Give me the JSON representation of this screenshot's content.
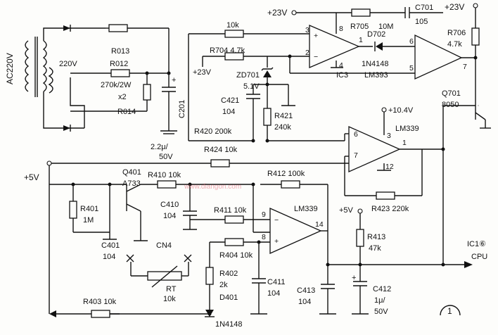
{
  "labels": {
    "ac220v": "AC220V",
    "v220": "220V",
    "r013": "R013",
    "r012": "R012",
    "r012_val": "270k/2W",
    "x2": "x2",
    "r014": "R014",
    "c201": "C201",
    "c201_val": "2.2μ/",
    "c201_v": "50V",
    "plus": "+",
    "minus": "−",
    "r10k_top": "10k",
    "plus23v": "+23V",
    "r704": "R704  4.7k",
    "pin1": "1",
    "pin2": "2",
    "pin3": "3",
    "pin4": "4",
    "pin5": "5",
    "pin6": "6",
    "pin7": "7",
    "pin8": "8",
    "pin9": "9",
    "pin12": "12",
    "pin14": "14",
    "ic3": "IC3",
    "c701": "C701",
    "c701_val": "105",
    "r705": "R705",
    "r705_val": "10M",
    "d702": "D702",
    "d702_part": "1N4148",
    "lm393": "LM393",
    "r706": "R706",
    "r706_val": "4.7k",
    "q701": "Q701",
    "q701_part": "8050",
    "zd701": "ZD701",
    "zd701_val": "5.1V",
    "c421": "C421",
    "c421_val": "104",
    "r421": "R421",
    "r421_val": "240k",
    "r420": "R420  200k",
    "plus10v": "+10.4V",
    "lm339": "LM339",
    "r423": "R423  220k",
    "plus5v": "+5V",
    "r424": "R424  10k",
    "q401": "Q401",
    "q401_part": "A733",
    "r410": "R410  10k",
    "r401": "R401",
    "r401_val": "1M",
    "c401": "C401",
    "c401_val": "104",
    "c410": "C410",
    "c410_val": "104",
    "r411": "R411  10k",
    "r412": "R412  100k",
    "ic1": "IC1⑥",
    "cpu": "CPU",
    "r413": "R413",
    "r413_val": "47k",
    "c412": "C412",
    "c412_val": "1μ/",
    "c412_v": "50V",
    "c413": "C413",
    "c413_val": "104",
    "cn4": "CN4",
    "rt": "RT",
    "rt_val": "10k",
    "r404": "R404  10k",
    "c411": "C411",
    "c411_val": "104",
    "r402": "R402",
    "r402_val": "2k",
    "d401": "D401",
    "d401_part": "1N4148",
    "r403": "R403  10k",
    "figure_num": "1",
    "watermark": "www.diangon.com"
  }
}
